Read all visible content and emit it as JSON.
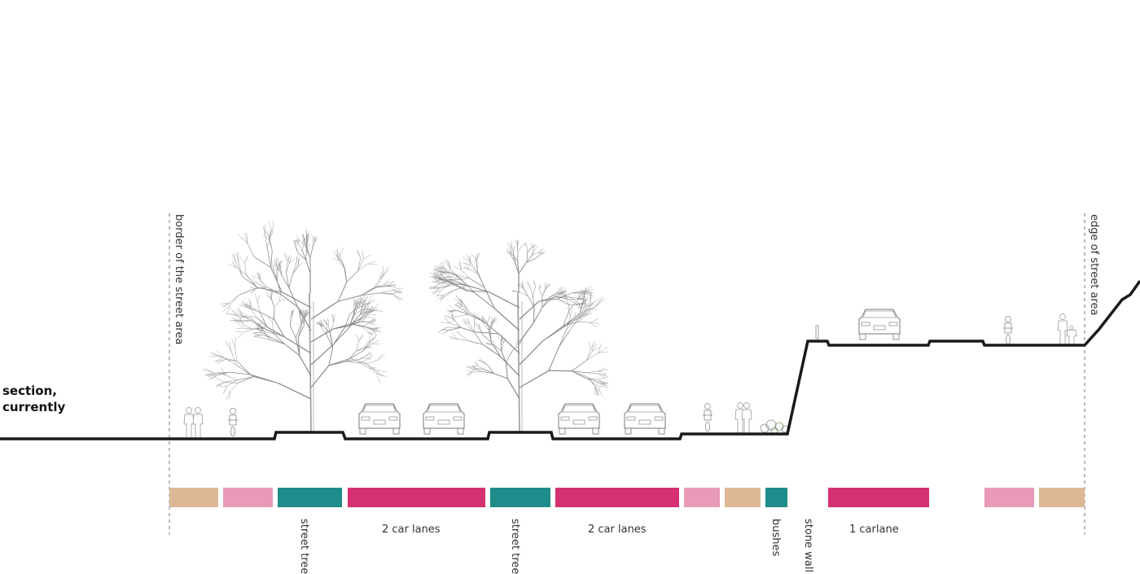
{
  "title_line1": "section,",
  "title_line2": "currently",
  "labels": {
    "border": "border of the street area",
    "edge": "edge of street area",
    "street_tree_1": "street tree",
    "car_lanes_1": "2 car lanes",
    "street_tree_2": "street tree",
    "car_lanes_2": "2 car lanes",
    "bushes": "bushes",
    "stone_wall": "stone wall",
    "carlane": "1 carlane"
  },
  "colors": {
    "walk": "#dcb894",
    "bike": "#e89ab8",
    "green": "#1e8c8a",
    "car": "#d3316f",
    "ground": "#1a1a1a"
  },
  "zone_legend": [
    {
      "type": "walk"
    },
    {
      "type": "bike"
    },
    {
      "type": "green"
    },
    {
      "type": "car"
    },
    {
      "type": "green"
    },
    {
      "type": "car"
    },
    {
      "type": "bike"
    },
    {
      "type": "walk"
    },
    {
      "type": "green"
    },
    {
      "type": "car"
    },
    {
      "type": "bike"
    },
    {
      "type": "walk"
    }
  ],
  "icons": [
    "tree-icon",
    "car-icon",
    "pedestrian-icon",
    "cyclist-icon",
    "bush-icon",
    "bollard-icon"
  ]
}
